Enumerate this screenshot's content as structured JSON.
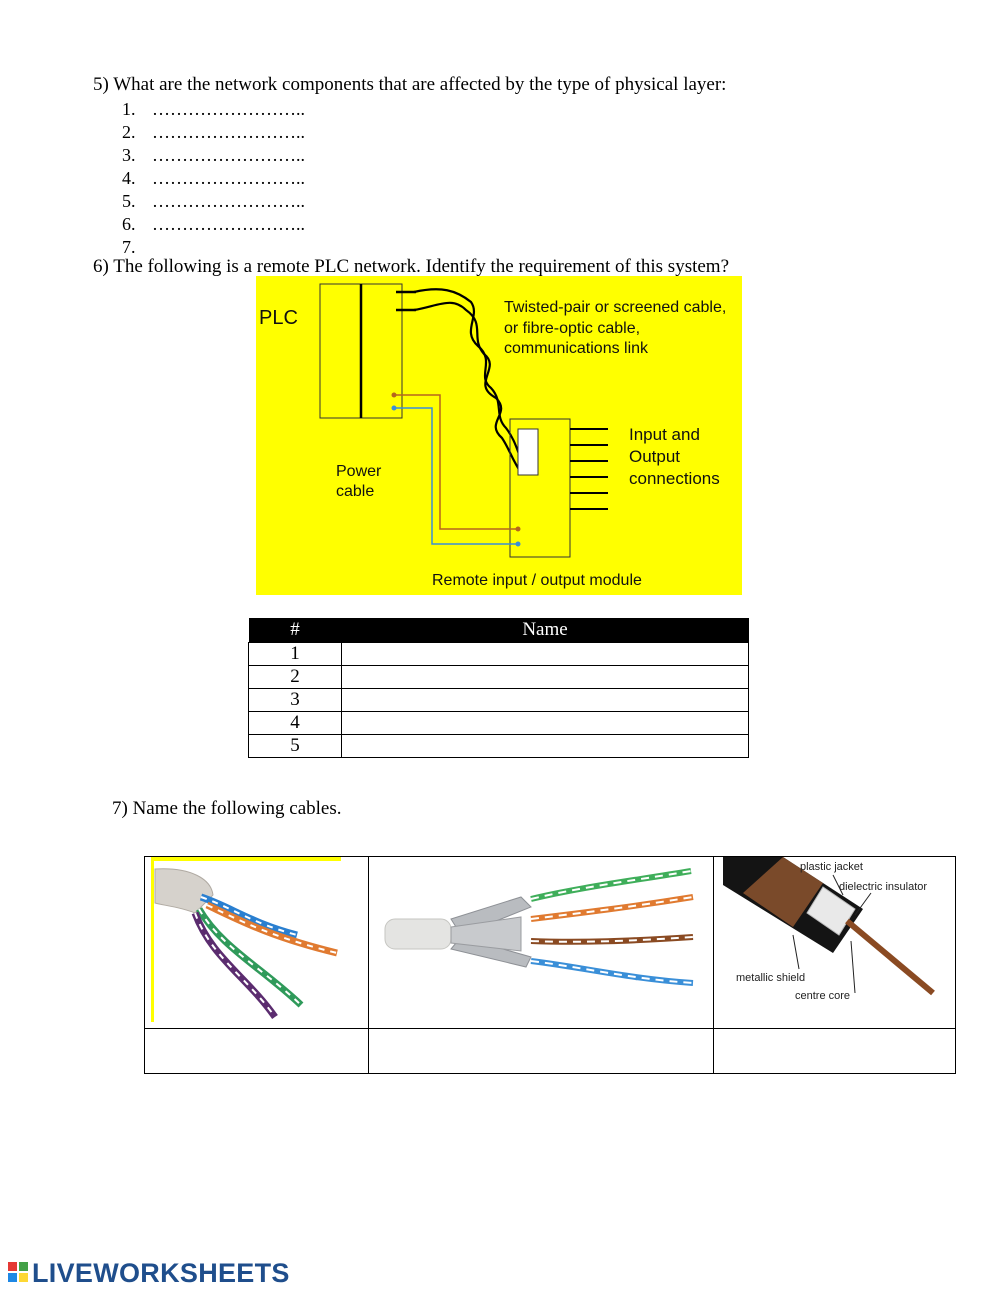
{
  "q5": {
    "question": "5) What are the network components that are affected by the type of physical layer:",
    "items": [
      {
        "num": "1.",
        "blank": "…………………….."
      },
      {
        "num": "2.",
        "blank": "…………………….."
      },
      {
        "num": "3.",
        "blank": "…………………….."
      },
      {
        "num": "4.",
        "blank": "…………………….."
      },
      {
        "num": "5.",
        "blank": "…………………….."
      },
      {
        "num": "6.",
        "blank": "…………………….."
      },
      {
        "num": "7.",
        "blank": ""
      }
    ]
  },
  "q6": {
    "question": "6) The following is a remote PLC network. Identify the requirement of this system?",
    "diagram": {
      "plc": "PLC",
      "link_line1": "Twisted-pair or screened cable,",
      "link_line2": "or fibre-optic cable,",
      "link_line3": "communications link",
      "io_line1": "Input and",
      "io_line2": "Output",
      "io_line3": "connections",
      "power_line1": "Power",
      "power_line2": "cable",
      "module": "Remote input / output module"
    },
    "table": {
      "headers": [
        "#",
        "Name"
      ],
      "rows": [
        {
          "num": "1",
          "name": ""
        },
        {
          "num": "2",
          "name": ""
        },
        {
          "num": "3",
          "name": ""
        },
        {
          "num": "4",
          "name": ""
        },
        {
          "num": "5",
          "name": ""
        }
      ]
    }
  },
  "q7": {
    "question": "7) Name the following cables.",
    "coax_labels": {
      "jacket": "plastic jacket",
      "insulator": "dielectric insulator",
      "shield": "metallic shield",
      "core": "centre core"
    },
    "answers": [
      "",
      "",
      ""
    ]
  },
  "footer": {
    "logo_text": "LIVEWORKSHEETS"
  },
  "colors": {
    "diagram_bg": "#ffff00",
    "table_header_bg": "#000000",
    "logo_blue": "#1f4e8c"
  }
}
